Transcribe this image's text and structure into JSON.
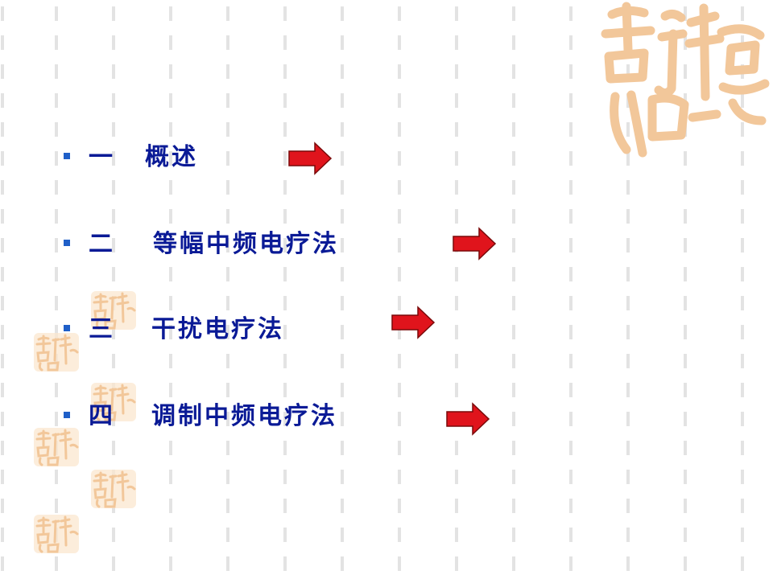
{
  "decoration": {
    "dash_color": "#e3e3e3",
    "seal_color": "#f2c79a",
    "seal_text": "吉祥如意"
  },
  "items": [
    {
      "number": "一",
      "label": "概述"
    },
    {
      "number": "二",
      "label": "等幅中频电疗法"
    },
    {
      "number": "三",
      "label": "干扰电疗法"
    },
    {
      "number": "四",
      "label": "调制中频电疗法"
    }
  ],
  "icons": {
    "bullet": "square-bullet-icon",
    "link": "right-arrow-icon"
  },
  "colors": {
    "text": "#0a1a96",
    "bullet": "#1f5fc8",
    "arrow_fill": "#e0141c",
    "arrow_stroke": "#7a0a0a"
  }
}
